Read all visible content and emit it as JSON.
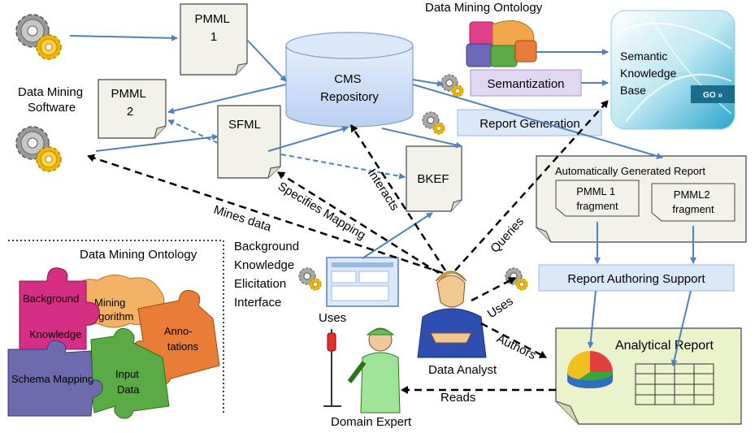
{
  "labels": {
    "dm_software": [
      "Data Mining",
      "Software"
    ],
    "pmml1": [
      "PMML",
      "1"
    ],
    "pmml2": [
      "PMML",
      "2"
    ],
    "sfml": "SFML",
    "cms": [
      "CMS",
      "Repository"
    ],
    "bkef": "BKEF",
    "ontology_top": "Data Mining Ontology",
    "semantization": "Semantization",
    "report_generation": "Report Generation",
    "kb": [
      "Semantic",
      "Knowledge",
      "Base"
    ],
    "kb_go": "GO »",
    "auto_report": "Automatically Generated Report",
    "frag1": [
      "PMML 1",
      "fragment"
    ],
    "frag2": [
      "PMML2",
      "fragment"
    ],
    "ras": "Report Authoring  Support",
    "analytical_report": "Analytical Report",
    "ontology_box": "Data Mining Ontology",
    "puzzle_background": "Background",
    "puzzle_knowledge": "Knowledge",
    "puzzle_mining": [
      "Mining",
      "Algorithm"
    ],
    "puzzle_anno": [
      "Anno-",
      "tations"
    ],
    "puzzle_schema": "Schema Mapping",
    "puzzle_input": [
      "Input",
      "Data"
    ],
    "bkei": [
      "Background",
      "Knowledge",
      "Elicitation",
      "Interface"
    ],
    "uses_left": "Uses",
    "uses_right": "Uses",
    "domain_expert": "Domain Expert",
    "data_analyst": "Data Analyst",
    "mines_data": "Mines data",
    "specifies_mapping": "Specifies Mapping",
    "interacts": "Interacts",
    "queries": "Queries",
    "authors": "Authors",
    "reads": "Reads"
  },
  "colors": {
    "arrow_blue": "#4f81bd",
    "box_blue": "#dbe8fa",
    "cms_blue": "#c6daf4",
    "semantization_purple": "#e2d7f2",
    "report_bg": "#eaf3cc",
    "doc_bg": "#f2f2ea"
  }
}
